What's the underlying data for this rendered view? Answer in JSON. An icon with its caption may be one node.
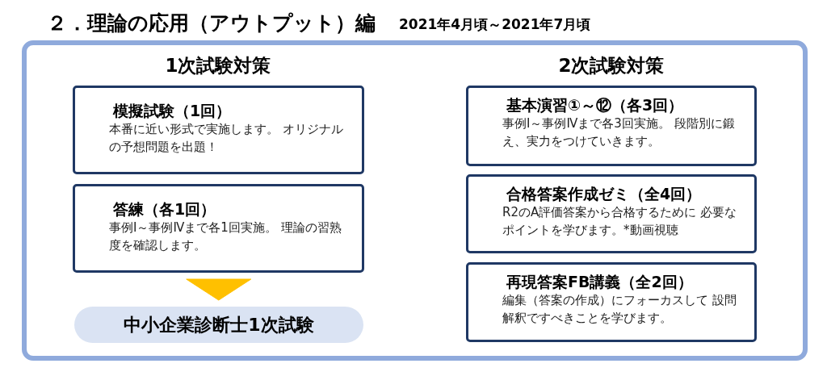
{
  "diagram": {
    "title": "２．理論の応用（アウトプット）編",
    "nodes": [
      {
        "text": [
          "模擬試験（1回）",
          "本番に近い形式で実施します。 オリジナルの予想問題を出題！"
        ]
      },
      {
        "text": [
          "答練（各1回）",
          "事例Ⅰ～事例Ⅳまで各1回実施。 理論の習熟度を確認します。"
        ]
      },
      {
        "text": [
          "中小企業診断士1次試験"
        ]
      },
      {
        "text": [
          "基本演習①～⑫（各3回）",
          "事例Ⅰ～事例Ⅳまで各3回実施。 段階別に鍛え、実力をつけていきます。"
        ]
      },
      {
        "text": [
          "合格答案作成ゼミ（全4回）",
          "R2のA評価答案から合格するために 必要なポイントを学びます。*動画視聴"
        ]
      },
      {
        "text": [
          "再現答案FB講義（全2回）",
          "編集（答案の作成）にフォーカスして 設問解釈ですべきことを学びます。"
        ]
      }
    ],
    "edges": [
      {
        "from": 1,
        "to": 2,
        "arrow": "to"
      }
    ],
    "labels": [
      "2021年4月頃～2021年7月頃",
      "1次試験対策",
      "2次試験対策"
    ]
  }
}
